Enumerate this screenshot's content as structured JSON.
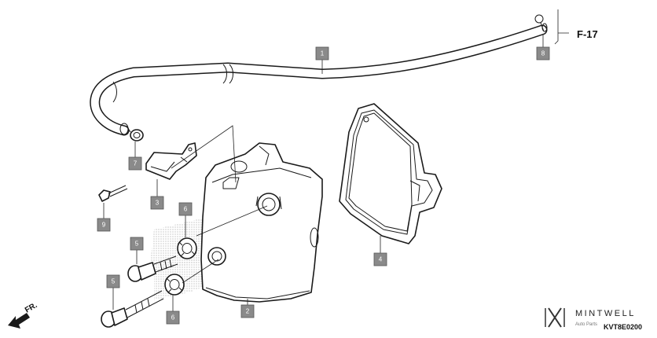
{
  "diagram": {
    "callouts": [
      "1",
      "2",
      "3",
      "4",
      "5",
      "5",
      "6",
      "6",
      "7",
      "8",
      "9"
    ],
    "reference": "F-17",
    "direction_label": "FR.",
    "drawing_code": "KVT8E0200"
  },
  "watermark": {
    "brand": "MINTWELL",
    "subtitle": "Auto Parts"
  }
}
